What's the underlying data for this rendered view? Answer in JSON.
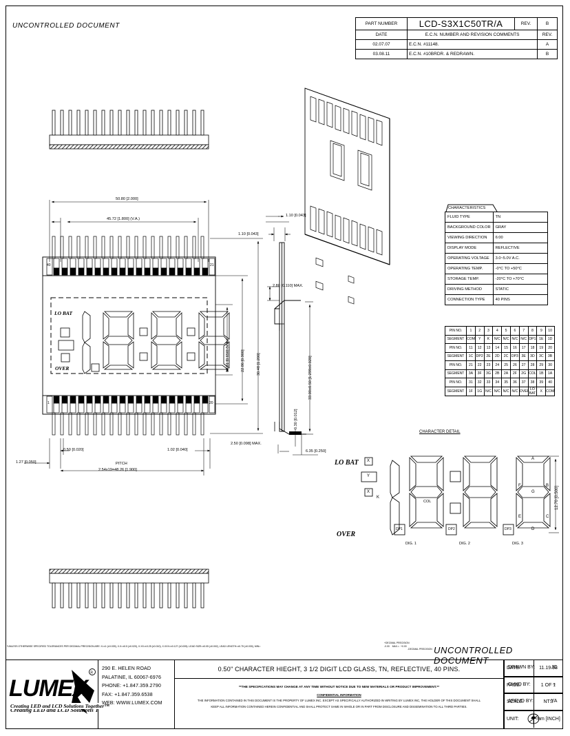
{
  "sheet": {
    "watermark_top_left": "UNCONTROLLED DOCUMENT",
    "watermark_bottom_right": "UNCONTROLLED DOCUMENT"
  },
  "revision_block": {
    "part_number_label": "PART NUMBER",
    "part_number": "LCD-S3X1C50TR/A",
    "rev_label": "REV.",
    "rev_value": "B",
    "date_label": "DATE",
    "ecn_header": "E.C.N. NUMBER AND REVISION COMMENTS",
    "rev_col_label": "REV.",
    "rows": [
      {
        "date": "02.07.07",
        "comment": "E.C.N. #11148.",
        "rev": "A"
      },
      {
        "date": "03.08.11",
        "comment": "E.C.N. #10BRDR. & REDRAWN.",
        "rev": "B"
      }
    ]
  },
  "characteristics": {
    "title": "CHARACTERISTICS",
    "rows": [
      {
        "key": "FLUID TYPE",
        "value": "TN"
      },
      {
        "key": "BACKGROUND COLOR",
        "value": "GRAY"
      },
      {
        "key": "VIEWING DIRECTION",
        "value": "6:00"
      },
      {
        "key": "DISPLAY MODE",
        "value": "REFLECTIVE"
      },
      {
        "key": "OPERATING VOLTAGE",
        "value": "3.0~5.0V A.C."
      },
      {
        "key": "OPERATING TEMP.",
        "value": "-0°C TO +50°C"
      },
      {
        "key": "STORAGE TEMP.",
        "value": "-20°C TO +70°C"
      },
      {
        "key": "DRIVING METHOD",
        "value": "STATIC"
      },
      {
        "key": "CONNECTION TYPE",
        "value": "40 PINS"
      }
    ]
  },
  "pin_table": {
    "pin_label": "PIN NO.",
    "segment_label": "SEGMENT",
    "blocks": [
      {
        "pins": [
          "1",
          "2",
          "3",
          "4",
          "5",
          "6",
          "7",
          "8",
          "9",
          "10"
        ],
        "segments": [
          "COM",
          "Y",
          "K",
          "N/C",
          "N/C",
          "N/C",
          "N/C",
          "DP1",
          "1E",
          "1D"
        ]
      },
      {
        "pins": [
          "11",
          "12",
          "13",
          "14",
          "15",
          "16",
          "17",
          "18",
          "19",
          "20"
        ],
        "segments": [
          "1C",
          "DP2",
          "2E",
          "2D",
          "2C",
          "DP3",
          "3E",
          "3D",
          "3C",
          "3B"
        ]
      },
      {
        "pins": [
          "21",
          "22",
          "23",
          "24",
          "25",
          "26",
          "27",
          "28",
          "29",
          "30"
        ],
        "segments": [
          "3A",
          "3F",
          "3G",
          "2B",
          "2A",
          "2F",
          "2G",
          "COL",
          "1B",
          "1A"
        ]
      },
      {
        "pins": [
          "31",
          "32",
          "33",
          "34",
          "35",
          "36",
          "37",
          "38",
          "39",
          "40"
        ],
        "segments": [
          "1F",
          "1G",
          "N/C",
          "N/C",
          "N/C",
          "N/C",
          "OVER",
          "LO BAT",
          "X",
          "COM"
        ]
      }
    ]
  },
  "dimensions": {
    "overall_width": "50.80 [2.000]",
    "va_width": "45.72 [1.800] (V.A.)",
    "va_height": "16.51 [0.650] (V.A.)",
    "glass_height": "22.86 [0.900]",
    "body_height": "30.48 [1.200]",
    "total_height": "33.00±0.50 [1.299±0.020]",
    "glass_thickness_1": "1.10 [0.043]",
    "glass_thickness_2": "1.10 [0.043]",
    "pin_thickness": "2.80 [0.110] MAX.",
    "lead_thickness": "0.30 [0.012]",
    "lead_reach": "6.35 [0.250]",
    "bottom_edge": "2.50 [0.098] MAX.",
    "edge_margin": "1.27 [0.050]",
    "pin_width": "0.50 [0.020]",
    "pin_gap": "1.02 [0.040]",
    "pitch_label": "PITCH",
    "pitch_value": "2.54x19=48.26 [1.900]",
    "pin_first": "40",
    "pin_last": "21",
    "pin_bottom_first": "1",
    "pin_bottom_last": "20"
  },
  "character_detail": {
    "title": "CHARACTER DETAIL",
    "lo_bat": "LO BAT",
    "over": "OVER",
    "x_top": "X",
    "y_mid": "Y",
    "x_bot": "X",
    "k": "K",
    "col": "COL",
    "dp1": "DP1",
    "dp2": "DP2",
    "dp3": "DP3",
    "digit_labels": [
      "DIG. 1",
      "DIG. 2",
      "DIG. 3"
    ],
    "segments": [
      "A",
      "B",
      "C",
      "D",
      "E",
      "F",
      "G"
    ],
    "height_dim": "12.70 [0.500]"
  },
  "notes": {
    "tolerance": "*UNLESS OTHERWISE SPECIFIED TOLERANCES PER DECIMAL PRECISION ARE: X=±1 (±0.039), X.X=±0.5 (±0.020), X.XX=±0.25 (±0.010), X.XXX=±0.127 (±0.005).   LEAD SIZE=±0.05 (±0.002), LEAD LENGTH=±0.75 (±0.030), MIN=",
    "tolerance_sup_1": "+DECIMAL PRECISION",
    "tolerance_sup_2": "-0.00",
    "tolerance_sup_3": "MAX.=",
    "tolerance_sup_4": "+0.00",
    "tolerance_sup_5": "-DECIMAL PRECISION"
  },
  "title_block": {
    "company": "LUMEX",
    "tagline": "Creating LED and LCD Solutions Together™",
    "address": [
      "290 E. HELEN ROAD",
      "PALATINE, IL 60067-6976",
      "PHONE: +1.847.359.2790",
      "FAX: +1.847.359.6538",
      "WEB: WWW.LUMEX.COM"
    ],
    "description": "0.50\" CHARACTER HIEGHT, 3 1/2 DIGIT LCD GLASS, TN, REFLECTIVE, 40 PINS.",
    "disclaimer": "**THE SPECIFICATIONS MAY CHANGE AT ANY TIME WITHOUT NOTICE DUE TO NEW MATERIALS OR PRODUCT IMPROVEMENT.**",
    "confidential_heading": "CONFIDENTIAL INFORMATION",
    "confidential_body_1": "THE INFORMATION CONTAINED IN THIS DOCUMENT IS THE PROPERTY OF LUMEX INC. EXCEPT AS SPECIFICALLY AUTHORIZED IN WRITING BY LUMEX INC, THE HOLDER OF THIS DOCUMENT SHALL",
    "confidential_body_2": "KEEP ALL INFORMATION CONTAINED HEREIN CONFIDENTIAL AND SHALL PROTECT SAME IN WHOLE OR IN PART FROM DISCLOSURE AND DISSEMINATION TO ALL THIRD PARTIES.",
    "meta": [
      {
        "label": "DATE:",
        "value": "11.19.98"
      },
      {
        "label": "PAGE:",
        "value": "1 OF 1"
      },
      {
        "label": "SCALE:",
        "value": "NTS"
      },
      {
        "label": "UNIT:",
        "value": "mm [INCH]"
      }
    ],
    "meta_right": [
      {
        "label": "DRAWN BY:",
        "value": "JC"
      },
      {
        "label": "CHKD BY:",
        "value": "--"
      },
      {
        "label": "APRVD BY:",
        "value": "YA"
      },
      {
        "label": "",
        "value": ""
      }
    ]
  }
}
